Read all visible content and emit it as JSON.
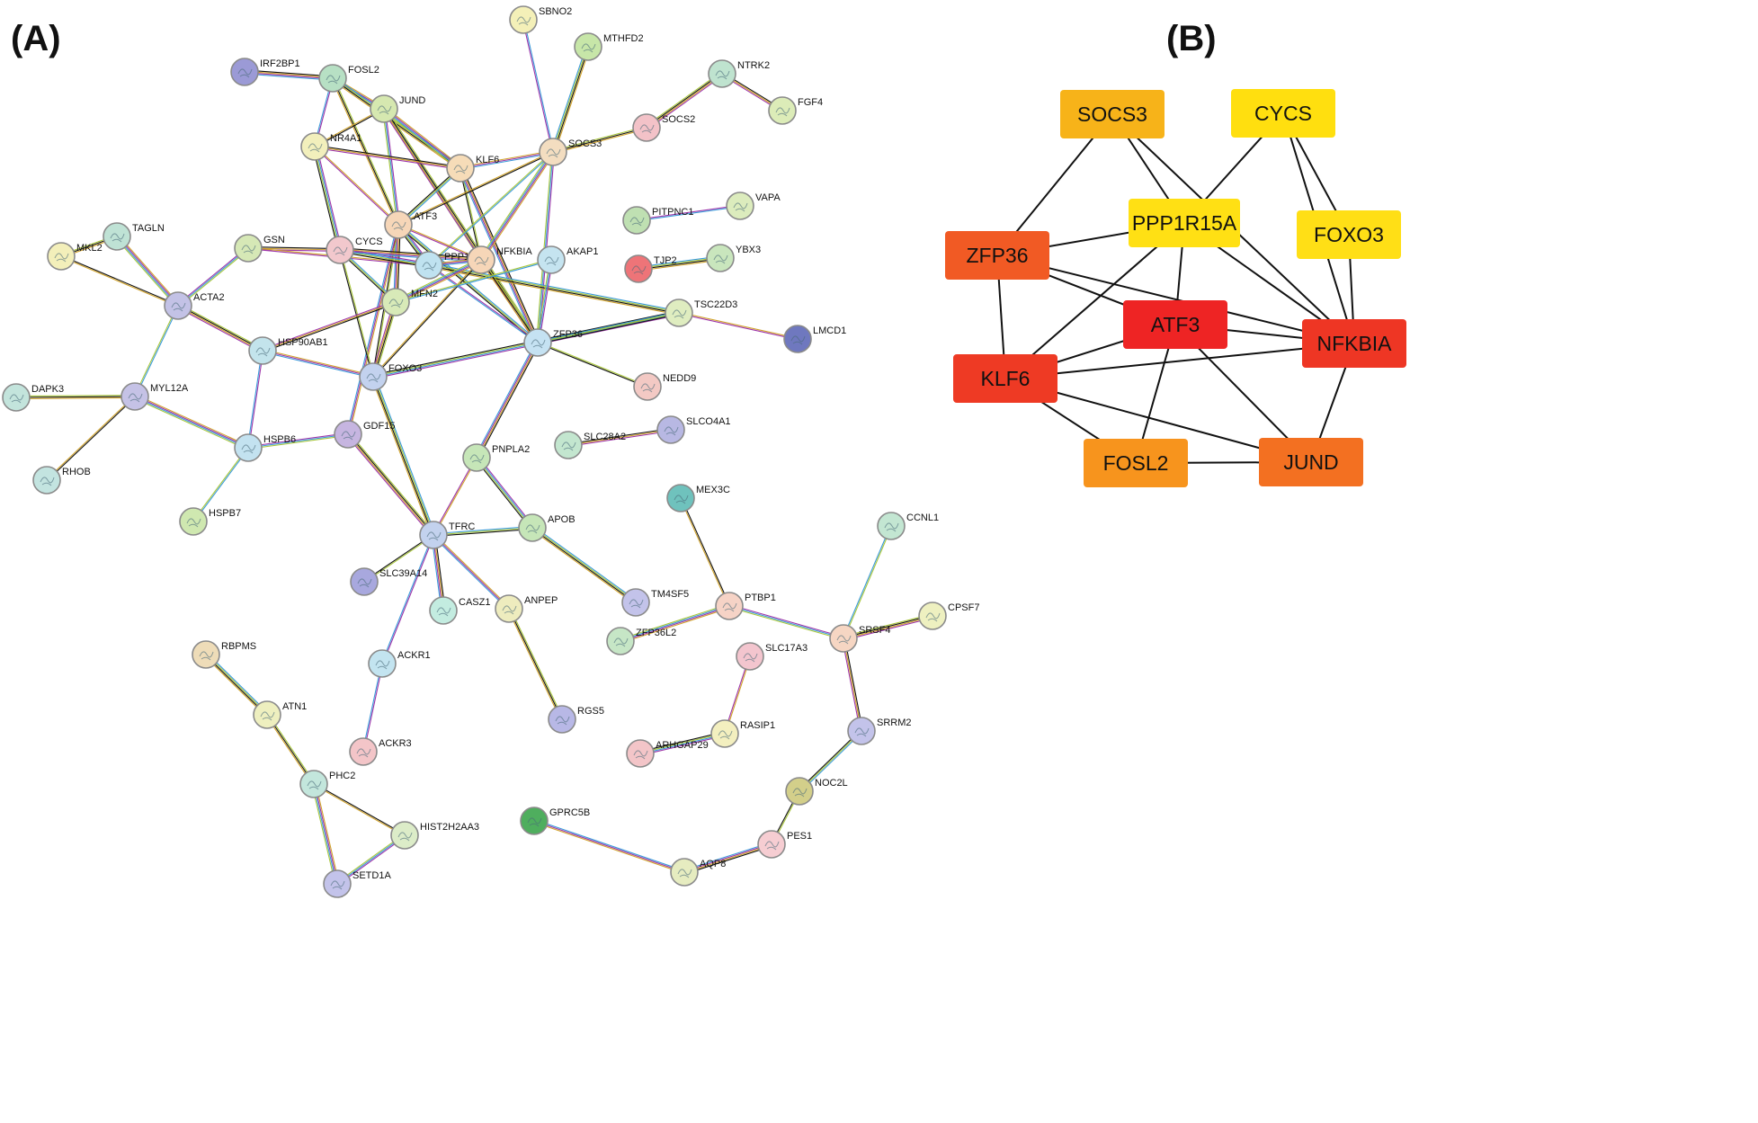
{
  "panels": {
    "a_label": "(A)",
    "b_label": "(B)"
  },
  "network_a": {
    "nodes": [
      {
        "id": "IRF2BP1",
        "label": "IRF2BP1",
        "color": "#9b9ad6"
      },
      {
        "id": "FOSL2",
        "label": "FOSL2",
        "color": "#b7e0c4"
      },
      {
        "id": "JUND",
        "label": "JUND",
        "color": "#d6e8b0"
      },
      {
        "id": "NR4A1",
        "label": "NR4A1",
        "color": "#f2efbc"
      },
      {
        "id": "KLF6",
        "label": "KLF6",
        "color": "#f6dcb8"
      },
      {
        "id": "SOCS3",
        "label": "SOCS3",
        "color": "#f3ddc0"
      },
      {
        "id": "SBNO2",
        "label": "SBNO2",
        "color": "#f4f0b8"
      },
      {
        "id": "MTHFD2",
        "label": "MTHFD2",
        "color": "#c7e6a8"
      },
      {
        "id": "NTRK2",
        "label": "NTRK2",
        "color": "#bfe3cf"
      },
      {
        "id": "FGF4",
        "label": "FGF4",
        "color": "#dcecb8"
      },
      {
        "id": "SOCS2",
        "label": "SOCS2",
        "color": "#f3c2c8"
      },
      {
        "id": "ATF3",
        "label": "ATF3",
        "color": "#f6d6b8"
      },
      {
        "id": "PITPNC1",
        "label": "PITPNC1",
        "color": "#bfe0b2"
      },
      {
        "id": "VAPA",
        "label": "VAPA",
        "color": "#dcecbd"
      },
      {
        "id": "TJP2",
        "label": "TJP2",
        "color": "#ee7478"
      },
      {
        "id": "YBX3",
        "label": "YBX3",
        "color": "#c9e6bd"
      },
      {
        "id": "MKL2",
        "label": "MKL2",
        "color": "#f3efba"
      },
      {
        "id": "TAGLN",
        "label": "TAGLN",
        "color": "#bfe2d5"
      },
      {
        "id": "GSN",
        "label": "GSN",
        "color": "#d6e8b6"
      },
      {
        "id": "CYCS",
        "label": "CYCS",
        "color": "#f2c8cd"
      },
      {
        "id": "PPP1R15A",
        "label": "PPP1R15A",
        "color": "#bfe2f0"
      },
      {
        "id": "NFKBIA",
        "label": "NFKBIA",
        "color": "#f6d6b8"
      },
      {
        "id": "AKAP1",
        "label": "AKAP1",
        "color": "#c5e4f0"
      },
      {
        "id": "ACTA2",
        "label": "ACTA2",
        "color": "#c3c2e6"
      },
      {
        "id": "MFN2",
        "label": "MFN2",
        "color": "#d8eab8"
      },
      {
        "id": "TSC22D3",
        "label": "TSC22D3",
        "color": "#dfedc0"
      },
      {
        "id": "LMCD1",
        "label": "LMCD1",
        "color": "#6f78bf"
      },
      {
        "id": "HSP90AB1",
        "label": "HSP90AB1",
        "color": "#c3e4ec"
      },
      {
        "id": "ZFP36",
        "label": "ZFP36",
        "color": "#c5e2f2"
      },
      {
        "id": "FOXO3",
        "label": "FOXO3",
        "color": "#c3d2ee"
      },
      {
        "id": "DAPK3",
        "label": "DAPK3",
        "color": "#c3e4dc"
      },
      {
        "id": "MYL12A",
        "label": "MYL12A",
        "color": "#c5c2e6"
      },
      {
        "id": "NEDD9",
        "label": "NEDD9",
        "color": "#f3c9c4"
      },
      {
        "id": "GDF15",
        "label": "GDF15",
        "color": "#c6b5e0"
      },
      {
        "id": "HSPB6",
        "label": "HSPB6",
        "color": "#c3e2f0"
      },
      {
        "id": "SLC28A2",
        "label": "SLC28A2",
        "color": "#c3e6cf"
      },
      {
        "id": "SLCO4A1",
        "label": "SLCO4A1",
        "color": "#b8b8e3"
      },
      {
        "id": "RHOB",
        "label": "RHOB",
        "color": "#c3e4e0"
      },
      {
        "id": "PNPLA2",
        "label": "PNPLA2",
        "color": "#c6e6b8"
      },
      {
        "id": "HSPB7",
        "label": "HSPB7",
        "color": "#cfe8b0"
      },
      {
        "id": "MEX3C",
        "label": "MEX3C",
        "color": "#6fc2bd"
      },
      {
        "id": "APOB",
        "label": "APOB",
        "color": "#c6e6b8"
      },
      {
        "id": "TFRC",
        "label": "TFRC",
        "color": "#c3d2ee"
      },
      {
        "id": "CCNL1",
        "label": "CCNL1",
        "color": "#c3e6d2"
      },
      {
        "id": "SLC39A14",
        "label": "SLC39A14",
        "color": "#a8a8de"
      },
      {
        "id": "TM4SF5",
        "label": "TM4SF5",
        "color": "#c3c3ea"
      },
      {
        "id": "CASZ1",
        "label": "CASZ1",
        "color": "#c3ece0"
      },
      {
        "id": "ANPEP",
        "label": "ANPEP",
        "color": "#eeecbe"
      },
      {
        "id": "PTBP1",
        "label": "PTBP1",
        "color": "#f6d3c6"
      },
      {
        "id": "CPSF7",
        "label": "CPSF7",
        "color": "#eef0c0"
      },
      {
        "id": "ZFP36L2",
        "label": "ZFP36L2",
        "color": "#c6e6c6"
      },
      {
        "id": "SRSF4",
        "label": "SRSF4",
        "color": "#f6d6c3"
      },
      {
        "id": "RBPMS",
        "label": "RBPMS",
        "color": "#eedcb8"
      },
      {
        "id": "SLC17A3",
        "label": "SLC17A3",
        "color": "#f3c5ce"
      },
      {
        "id": "ACKR1",
        "label": "ACKR1",
        "color": "#c3e4f0"
      },
      {
        "id": "ATN1",
        "label": "ATN1",
        "color": "#eeefbf"
      },
      {
        "id": "RGS5",
        "label": "RGS5",
        "color": "#b8b8e6"
      },
      {
        "id": "SRRM2",
        "label": "SRRM2",
        "color": "#c3c3ea"
      },
      {
        "id": "RASIP1",
        "label": "RASIP1",
        "color": "#f3efbf"
      },
      {
        "id": "ARHGAP29",
        "label": "ARHGAP29",
        "color": "#f3c5c8"
      },
      {
        "id": "ACKR3",
        "label": "ACKR3",
        "color": "#f3c5c8"
      },
      {
        "id": "PHC2",
        "label": "PHC2",
        "color": "#c3e6dc"
      },
      {
        "id": "NOC2L",
        "label": "NOC2L",
        "color": "#d3cf8a"
      },
      {
        "id": "GPRC5B",
        "label": "GPRC5B",
        "color": "#4fae5e"
      },
      {
        "id": "HIST2H2AA3",
        "label": "HIST2H2AA3",
        "color": "#dcecc8"
      },
      {
        "id": "PES1",
        "label": "PES1",
        "color": "#f6cdd2"
      },
      {
        "id": "AQP8",
        "label": "AQP8",
        "color": "#e6ecc0"
      },
      {
        "id": "SETD1A",
        "label": "SETD1A",
        "color": "#c3c3ea"
      }
    ],
    "edges": [
      [
        "IRF2BP1",
        "FOSL2"
      ],
      [
        "FOSL2",
        "JUND"
      ],
      [
        "FOSL2",
        "NR4A1"
      ],
      [
        "FOSL2",
        "KLF6"
      ],
      [
        "FOSL2",
        "ATF3"
      ],
      [
        "JUND",
        "NR4A1"
      ],
      [
        "JUND",
        "KLF6"
      ],
      [
        "JUND",
        "ATF3"
      ],
      [
        "JUND",
        "NFKBIA"
      ],
      [
        "JUND",
        "ZFP36"
      ],
      [
        "NR4A1",
        "KLF6"
      ],
      [
        "NR4A1",
        "ATF3"
      ],
      [
        "NR4A1",
        "CYCS"
      ],
      [
        "KLF6",
        "ATF3"
      ],
      [
        "KLF6",
        "NFKBIA"
      ],
      [
        "KLF6",
        "ZFP36"
      ],
      [
        "KLF6",
        "SOCS3"
      ],
      [
        "SOCS3",
        "SBNO2"
      ],
      [
        "SOCS3",
        "MTHFD2"
      ],
      [
        "SOCS3",
        "SOCS2"
      ],
      [
        "SOCS3",
        "ATF3"
      ],
      [
        "SOCS3",
        "NFKBIA"
      ],
      [
        "SOCS3",
        "ZFP36"
      ],
      [
        "SOCS3",
        "PPP1R15A"
      ],
      [
        "SOCS2",
        "NTRK2"
      ],
      [
        "NTRK2",
        "FGF4"
      ],
      [
        "ATF3",
        "NFKBIA"
      ],
      [
        "ATF3",
        "PPP1R15A"
      ],
      [
        "ATF3",
        "ZFP36"
      ],
      [
        "ATF3",
        "FOXO3"
      ],
      [
        "ATF3",
        "MFN2"
      ],
      [
        "ATF3",
        "GDF15"
      ],
      [
        "PITPNC1",
        "VAPA"
      ],
      [
        "TJP2",
        "YBX3"
      ],
      [
        "MKL2",
        "TAGLN"
      ],
      [
        "MKL2",
        "ACTA2"
      ],
      [
        "TAGLN",
        "ACTA2"
      ],
      [
        "ACTA2",
        "GSN"
      ],
      [
        "ACTA2",
        "MYL12A"
      ],
      [
        "ACTA2",
        "HSP90AB1"
      ],
      [
        "GSN",
        "CYCS"
      ],
      [
        "GSN",
        "PPP1R15A"
      ],
      [
        "CYCS",
        "PPP1R15A"
      ],
      [
        "CYCS",
        "MFN2"
      ],
      [
        "CYCS",
        "FOXO3"
      ],
      [
        "CYCS",
        "NFKBIA"
      ],
      [
        "PPP1R15A",
        "NFKBIA"
      ],
      [
        "PPP1R15A",
        "ZFP36"
      ],
      [
        "PPP1R15A",
        "TSC22D3"
      ],
      [
        "NFKBIA",
        "ZFP36"
      ],
      [
        "NFKBIA",
        "FOXO3"
      ],
      [
        "NFKBIA",
        "MFN2"
      ],
      [
        "AKAP1",
        "ZFP36"
      ],
      [
        "AKAP1",
        "MFN2"
      ],
      [
        "MFN2",
        "FOXO3"
      ],
      [
        "MFN2",
        "HSP90AB1"
      ],
      [
        "TSC22D3",
        "LMCD1"
      ],
      [
        "TSC22D3",
        "FOXO3"
      ],
      [
        "ZFP36",
        "TSC22D3"
      ],
      [
        "ZFP36",
        "NEDD9"
      ],
      [
        "ZFP36",
        "PNPLA2"
      ],
      [
        "HSP90AB1",
        "FOXO3"
      ],
      [
        "HSP90AB1",
        "HSPB6"
      ],
      [
        "FOXO3",
        "TFRC"
      ],
      [
        "DAPK3",
        "MYL12A"
      ],
      [
        "MYL12A",
        "RHOB"
      ],
      [
        "MYL12A",
        "HSPB6"
      ],
      [
        "HSPB6",
        "GDF15"
      ],
      [
        "HSPB6",
        "HSPB7"
      ],
      [
        "GDF15",
        "TFRC"
      ],
      [
        "SLC28A2",
        "SLCO4A1"
      ],
      [
        "PNPLA2",
        "TFRC"
      ],
      [
        "PNPLA2",
        "APOB"
      ],
      [
        "TFRC",
        "APOB"
      ],
      [
        "TFRC",
        "SLC39A14"
      ],
      [
        "TFRC",
        "CASZ1"
      ],
      [
        "TFRC",
        "ANPEP"
      ],
      [
        "TFRC",
        "ACKR1"
      ],
      [
        "APOB",
        "TM4SF5"
      ],
      [
        "ANPEP",
        "RGS5"
      ],
      [
        "MEX3C",
        "PTBP1"
      ],
      [
        "PTBP1",
        "ZFP36L2"
      ],
      [
        "PTBP1",
        "SRSF4"
      ],
      [
        "SRSF4",
        "CCNL1"
      ],
      [
        "SRSF4",
        "CPSF7"
      ],
      [
        "SRSF4",
        "SRRM2"
      ],
      [
        "SLC17A3",
        "RASIP1"
      ],
      [
        "RASIP1",
        "ARHGAP29"
      ],
      [
        "SRRM2",
        "NOC2L"
      ],
      [
        "NOC2L",
        "PES1"
      ],
      [
        "PES1",
        "AQP8"
      ],
      [
        "AQP8",
        "GPRC5B"
      ],
      [
        "ACKR1",
        "ACKR3"
      ],
      [
        "RBPMS",
        "ATN1"
      ],
      [
        "ATN1",
        "PHC2"
      ],
      [
        "PHC2",
        "HIST2H2AA3"
      ],
      [
        "PHC2",
        "SETD1A"
      ],
      [
        "HIST2H2AA3",
        "SETD1A"
      ]
    ]
  },
  "network_b": {
    "nodes": [
      {
        "id": "SOCS3",
        "label": "SOCS3",
        "color": "#f7b319"
      },
      {
        "id": "CYCS",
        "label": "CYCS",
        "color": "#ffdf0f"
      },
      {
        "id": "PPP1R15A",
        "label": "PPP1R15A",
        "color": "#ffe014"
      },
      {
        "id": "FOXO3",
        "label": "FOXO3",
        "color": "#ffdf16"
      },
      {
        "id": "ZFP36",
        "label": "ZFP36",
        "color": "#f15a24"
      },
      {
        "id": "ATF3",
        "label": "ATF3",
        "color": "#ee2424"
      },
      {
        "id": "NFKBIA",
        "label": "NFKBIA",
        "color": "#ee3624"
      },
      {
        "id": "KLF6",
        "label": "KLF6",
        "color": "#ee3a24"
      },
      {
        "id": "FOSL2",
        "label": "FOSL2",
        "color": "#f7941d"
      },
      {
        "id": "JUND",
        "label": "JUND",
        "color": "#f37021"
      }
    ],
    "edges": [
      [
        "SOCS3",
        "ZFP36"
      ],
      [
        "SOCS3",
        "PPP1R15A"
      ],
      [
        "SOCS3",
        "NFKBIA"
      ],
      [
        "CYCS",
        "PPP1R15A"
      ],
      [
        "CYCS",
        "FOXO3"
      ],
      [
        "CYCS",
        "NFKBIA"
      ],
      [
        "PPP1R15A",
        "ZFP36"
      ],
      [
        "PPP1R15A",
        "ATF3"
      ],
      [
        "PPP1R15A",
        "KLF6"
      ],
      [
        "PPP1R15A",
        "NFKBIA"
      ],
      [
        "FOXO3",
        "NFKBIA"
      ],
      [
        "ZFP36",
        "ATF3"
      ],
      [
        "ZFP36",
        "KLF6"
      ],
      [
        "ZFP36",
        "NFKBIA"
      ],
      [
        "ATF3",
        "NFKBIA"
      ],
      [
        "ATF3",
        "KLF6"
      ],
      [
        "ATF3",
        "FOSL2"
      ],
      [
        "ATF3",
        "JUND"
      ],
      [
        "KLF6",
        "NFKBIA"
      ],
      [
        "KLF6",
        "FOSL2"
      ],
      [
        "KLF6",
        "JUND"
      ],
      [
        "NFKBIA",
        "JUND"
      ],
      [
        "FOSL2",
        "JUND"
      ]
    ]
  }
}
